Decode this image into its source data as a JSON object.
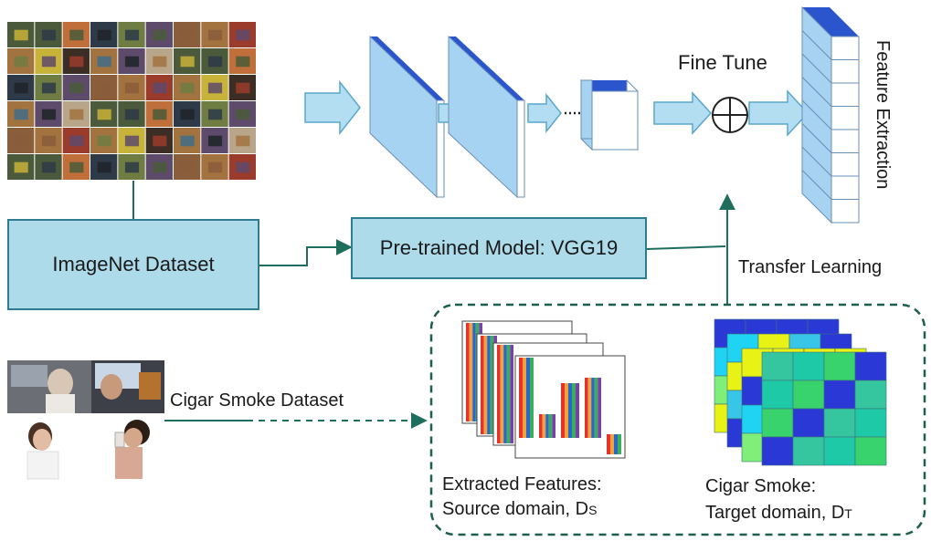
{
  "labels": {
    "imagenet_dataset": "ImageNet Dataset",
    "pretrained_model": "Pre-trained Model: VGG19",
    "fine_tune": "Fine Tune",
    "feature_extraction": "Feature Extraction",
    "transfer_learning": "Transfer Learning",
    "cigar_smoke_dataset": "Cigar Smoke Dataset",
    "extracted_features_line1": "Extracted Features:",
    "extracted_features_line2": "Source domain, D",
    "extracted_features_subscript": "S",
    "cigar_smoke_line1": "Cigar Smoke:",
    "cigar_smoke_line2": "Target domain, D",
    "cigar_smoke_subscript": "T"
  },
  "colors": {
    "box_fill": "#aedbea",
    "box_border": "#2d7c8f",
    "connector": "#1e6e5e",
    "layer_face": "#a7d3f2",
    "layer_top": "#2b55cc",
    "arrow_fill": "#b3def2",
    "arrow_stroke": "#5aa6cc"
  },
  "icons": {
    "imagenet_mosaic": "imagenet-thumbnail-grid",
    "cigar_photos": "cigar-smoke-photo-collage",
    "sum_node": "circle-plus-icon"
  }
}
